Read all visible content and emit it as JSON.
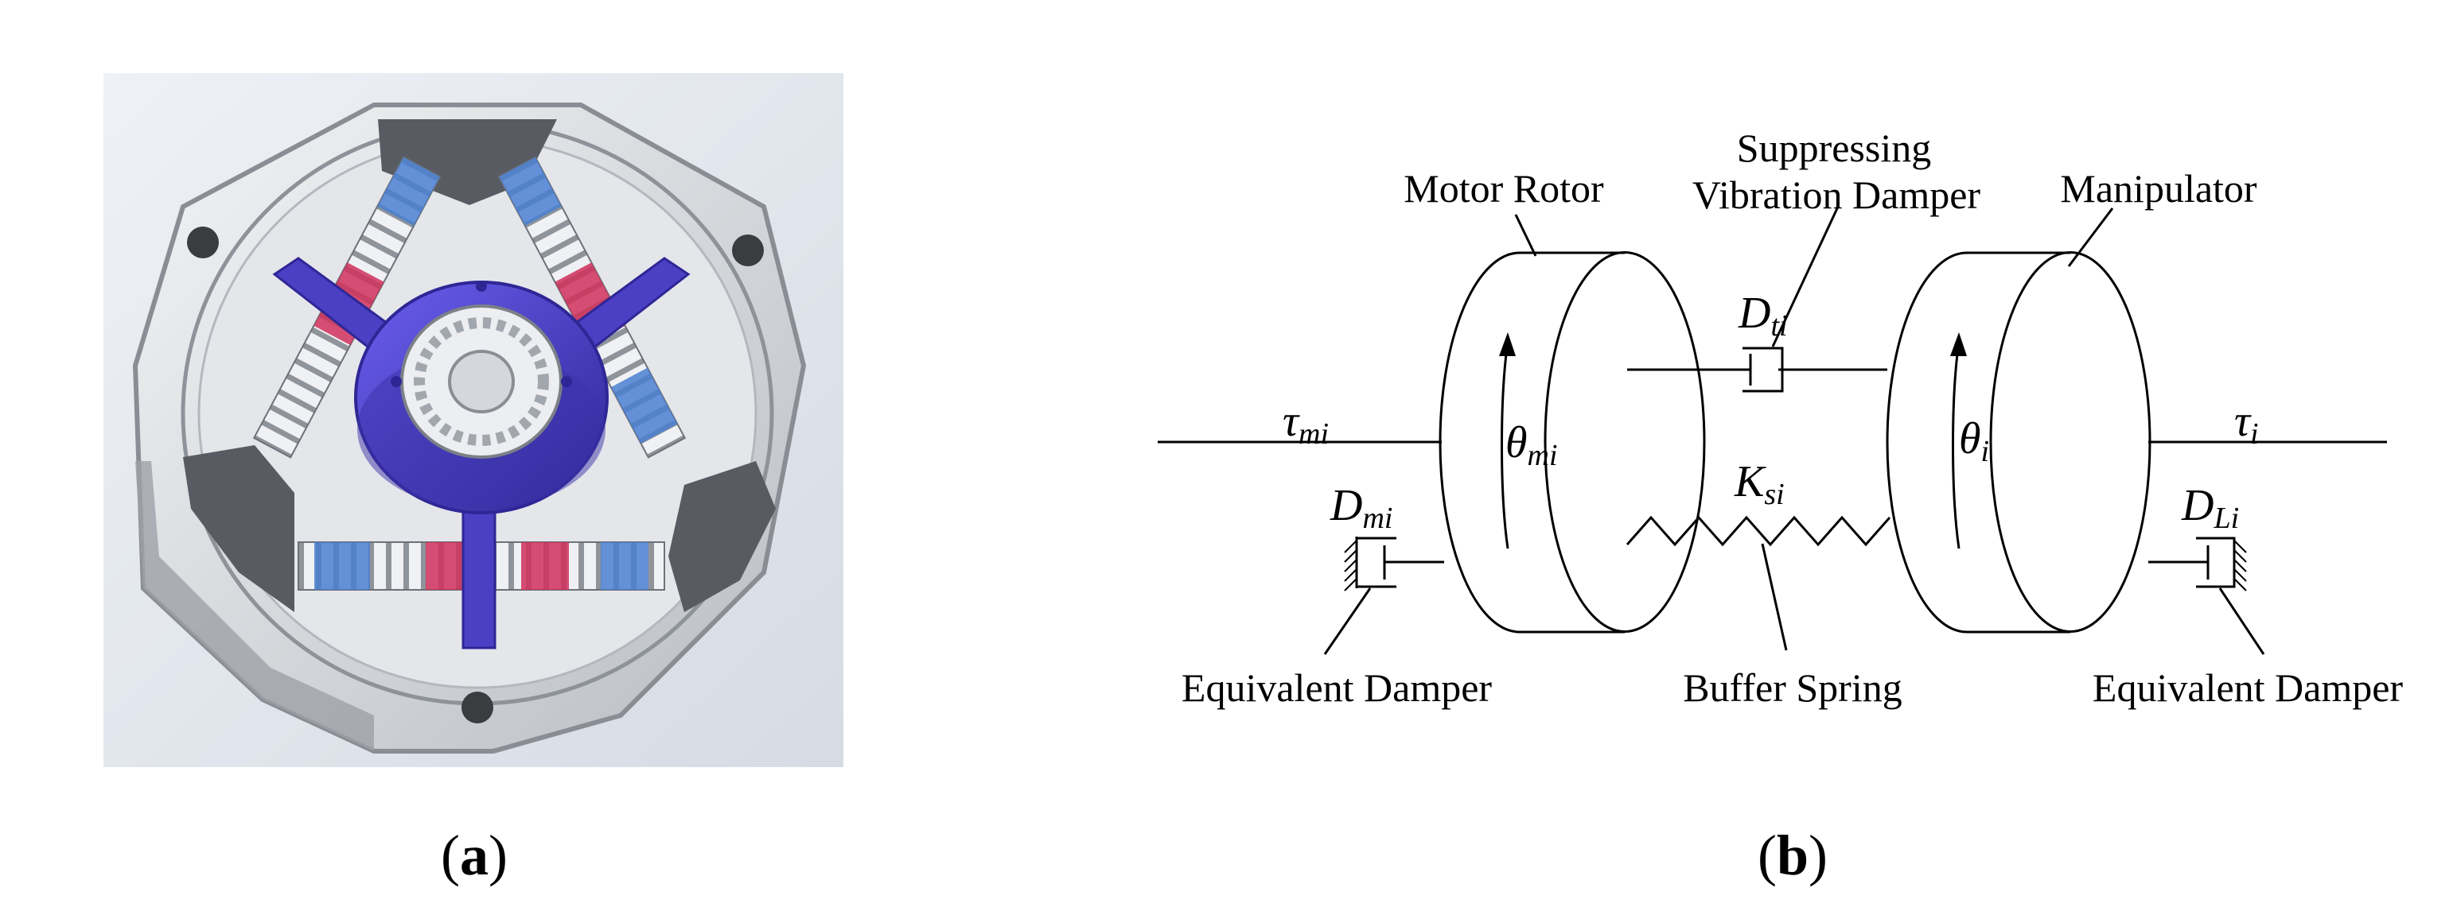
{
  "panel_a": {
    "caption_open": "(",
    "caption_letter": "a",
    "caption_close": ")"
  },
  "panel_b": {
    "caption_open": "(",
    "caption_letter": "b",
    "caption_close": ")",
    "labels": {
      "motor_rotor": "Motor Rotor",
      "suppressing_line1": "Suppressing",
      "suppressing_line2": "Vibration Damper",
      "manipulator": "Manipulator",
      "equivalent_damper_left": "Equivalent Damper",
      "buffer_spring": "Buffer Spring",
      "equivalent_damper_right": "Equivalent Damper"
    },
    "symbols": {
      "tau_m": {
        "main": "τ",
        "sub_roman": "m",
        "sub_italic": "i"
      },
      "tau": {
        "main": "τ",
        "sub_roman": "",
        "sub_italic": "i"
      },
      "theta_m": {
        "main": "θ",
        "sub_roman": "m",
        "sub_italic": "i"
      },
      "theta": {
        "main": "θ",
        "sub_roman": "",
        "sub_italic": "i"
      },
      "D_t": {
        "main": "D",
        "sub_roman": "t",
        "sub_italic": "i"
      },
      "D_m": {
        "main": "D",
        "sub_roman": "m",
        "sub_italic": "i"
      },
      "D_L": {
        "main": "D",
        "sub_roman": "L",
        "sub_italic": "i"
      },
      "K_s": {
        "main": "K",
        "sub_roman": "s",
        "sub_italic": "i"
      }
    }
  },
  "colors": {
    "plate": "#cfd2d6",
    "plate_edge": "#8a8e94",
    "hub": "#4b3fc4",
    "hub_dark": "#2f2696",
    "spring_blue": "#4a7fd0",
    "spring_red": "#d0305a",
    "spring_white": "#e6e8ec",
    "pad": "#5a5d63",
    "render_bg": "#dfe3ea"
  }
}
